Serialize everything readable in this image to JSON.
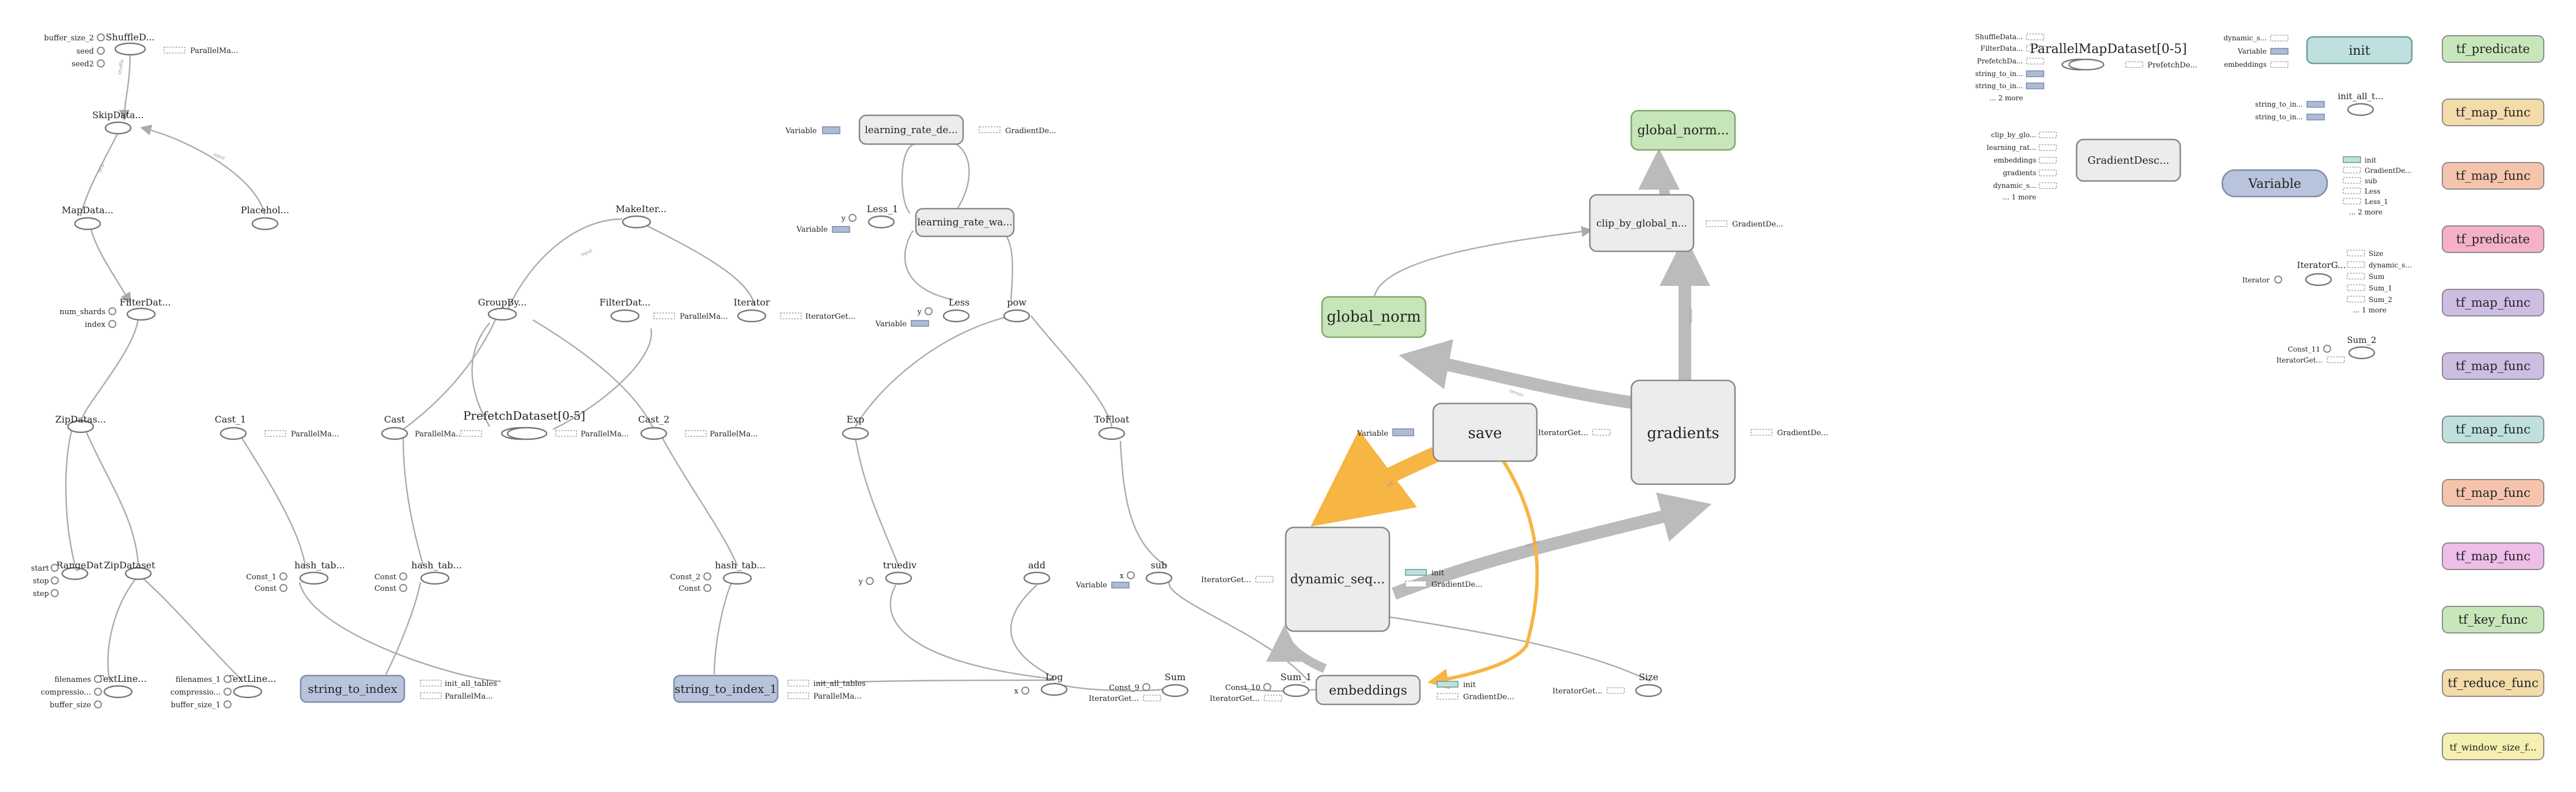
{
  "nodes": {
    "buffer_size_2": "buffer_size_2",
    "seed": "seed",
    "seed2": "seed2",
    "shuffle": "ShuffleD...",
    "parallelma_a": "ParallelMa...",
    "skipdata": "SkipData...",
    "mapdata": "MapData...",
    "placehol": "Placehol...",
    "num_shards": "num_shards",
    "index": "index",
    "filterdat_a": "FilterDat...",
    "zipdatas": "ZipDatas...",
    "start": "start",
    "stop": "stop",
    "step": "step",
    "rangedat": "RangeDat",
    "zipdataset": "ZipDataset",
    "filenames": "filenames",
    "compressio": "compressio...",
    "buffer_size": "buffer_size",
    "textline_a": "TextLine...",
    "filenames_1": "filenames_1",
    "compressio_b": "compressio...",
    "buffer_size_1": "buffer_size_1",
    "textline_b": "TextLine...",
    "cast_1": "Cast_1",
    "parallelma_b": "ParallelMa...",
    "hash_tab_a": "hash_tab...",
    "const_1": "Const_1",
    "const": "Const",
    "string_to_index": "string_to_index",
    "init_all_tables": "init_all_tables",
    "parallelma_c": "ParallelMa...",
    "makeiter": "MakeIter...",
    "groupby": "GroupBy...",
    "filterdat_b": "FilterDat...",
    "parallelma_d": "ParallelMa...",
    "iterator": "Iterator",
    "iteratorget_a": "IteratorGet...",
    "cast": "Cast",
    "parallelma_e": "ParallelMa...",
    "prefetch": "PrefetchDataset[0-5]",
    "parallelma_f": "ParallelMa...",
    "cast_2": "Cast_2",
    "parallelma_g": "ParallelMa...",
    "hash_tab_b": "hash_tab...",
    "const_b": "Const",
    "const_c": "Const",
    "hash_tab_c": "hash_tab...",
    "const_2": "Const_2",
    "const_d": "Const",
    "string_to_index_1": "string_to_index_1",
    "init_all_tables_b": "init_all_tables",
    "parallelma_h": "ParallelMa...",
    "variable_a": "Variable",
    "learning_rate_de": "learning_rate_de...",
    "gradientde_a": "GradientDe...",
    "y_a": "y",
    "variable_b": "Variable",
    "less_1": "Less_1",
    "learning_rate_wa": "learning_rate_wa...",
    "y_b": "y",
    "variable_c": "Variable",
    "less": "Less",
    "pow": "pow",
    "exp": "Exp",
    "tofloat": "ToFloat",
    "truediv": "truediv",
    "y_c": "y",
    "add": "add",
    "sub": "sub",
    "x_a": "x",
    "variable_d": "Variable",
    "log": "Log",
    "x_b": "x",
    "sum": "Sum",
    "const_9": "Const_9",
    "iteratorget_b": "IteratorGet...",
    "sum_1": "Sum_1",
    "const_10": "Const_10",
    "iteratorget_c": "IteratorGet...",
    "embeddings": "embeddings",
    "init_a": "init",
    "gradientde_b": "GradientDe...",
    "size": "Size",
    "iteratorget_d": "IteratorGet...",
    "dynamic_seq": "dynamic_seq...",
    "iteratorget_e": "IteratorGet...",
    "init_b": "init",
    "gradientde_c": "GradientDe...",
    "save": "save",
    "variable_e": "Variable",
    "iteratorget_f": "IteratorGet...",
    "gradients": "gradients",
    "gradientde_d": "GradientDe...",
    "global_norm": "global_norm",
    "clip_by_global_n": "clip_by_global_n...",
    "gradientde_e": "GradientDe...",
    "global_norm_top": "global_norm...",
    "pmd_shuffledata": "ShuffleData...",
    "pmd_filterdata": "FilterData...",
    "pmd_prefetchda": "PrefetchDa...",
    "pmd_string_to_in_a": "string_to_in...",
    "pmd_string_to_in_b": "string_to_in...",
    "pmd_more": "... 2 more",
    "parallelmapdataset": "ParallelMapDataset[0-5]",
    "pmd_prefetchde": "PrefetchDe...",
    "gd_clip": "clip_by_glo...",
    "gd_learning": "learning_rat...",
    "gd_embeddings": "embeddings",
    "gd_gradients": "gradients",
    "gd_dynamic": "dynamic_s...",
    "gd_more": "... 1 more",
    "gradientdesc": "GradientDesc...",
    "init_dynamic": "dynamic_s...",
    "init_variable": "Variable",
    "init_embeddings": "embeddings",
    "init_node": "init",
    "initall_s1": "string_to_in...",
    "initall_s2": "string_to_in...",
    "init_all_t": "init_all_t...",
    "variable_main": "Variable",
    "vout_init": "init",
    "vout_gradientde": "GradientDe...",
    "vout_sub": "sub",
    "vout_less": "Less",
    "vout_less_1": "Less_1",
    "vout_more": "... 2 more",
    "iter_in": "Iterator",
    "iteratorg": "IteratorG...",
    "iout_size": "Size",
    "iout_dynamic": "dynamic_s...",
    "iout_sum": "Sum",
    "iout_sum_1": "Sum_1",
    "iout_sum_2": "Sum_2",
    "iout_more": "... 1 more",
    "const_11": "Const_11",
    "iteratorget_g": "IteratorGet...",
    "sum_2": "Sum_2"
  },
  "functions": [
    {
      "label": "tf_predicate",
      "color": "#c7e7bb"
    },
    {
      "label": "tf_map_func",
      "color": "#f3dcaa"
    },
    {
      "label": "tf_map_func",
      "color": "#f6c4ad"
    },
    {
      "label": "tf_predicate",
      "color": "#f4b1c8"
    },
    {
      "label": "tf_map_func",
      "color": "#cdbde3"
    },
    {
      "label": "tf_map_func",
      "color": "#cdbde3"
    },
    {
      "label": "tf_map_func",
      "color": "#bfe0df"
    },
    {
      "label": "tf_map_func",
      "color": "#f6c4ad"
    },
    {
      "label": "tf_map_func",
      "color": "#eebde8"
    },
    {
      "label": "tf_key_func",
      "color": "#c7e7bb"
    },
    {
      "label": "tf_reduce_func",
      "color": "#f3dcaa"
    },
    {
      "label": "tf_window_size_f...",
      "color": "#f5f0b0"
    }
  ],
  "colors": {
    "edge": "#aaaaaa",
    "ref_edge": "#f7b544",
    "variable": "#b7c4dc",
    "metanode": "#ececec",
    "green": "#c6e5b8",
    "teal": "#bfe0df"
  }
}
